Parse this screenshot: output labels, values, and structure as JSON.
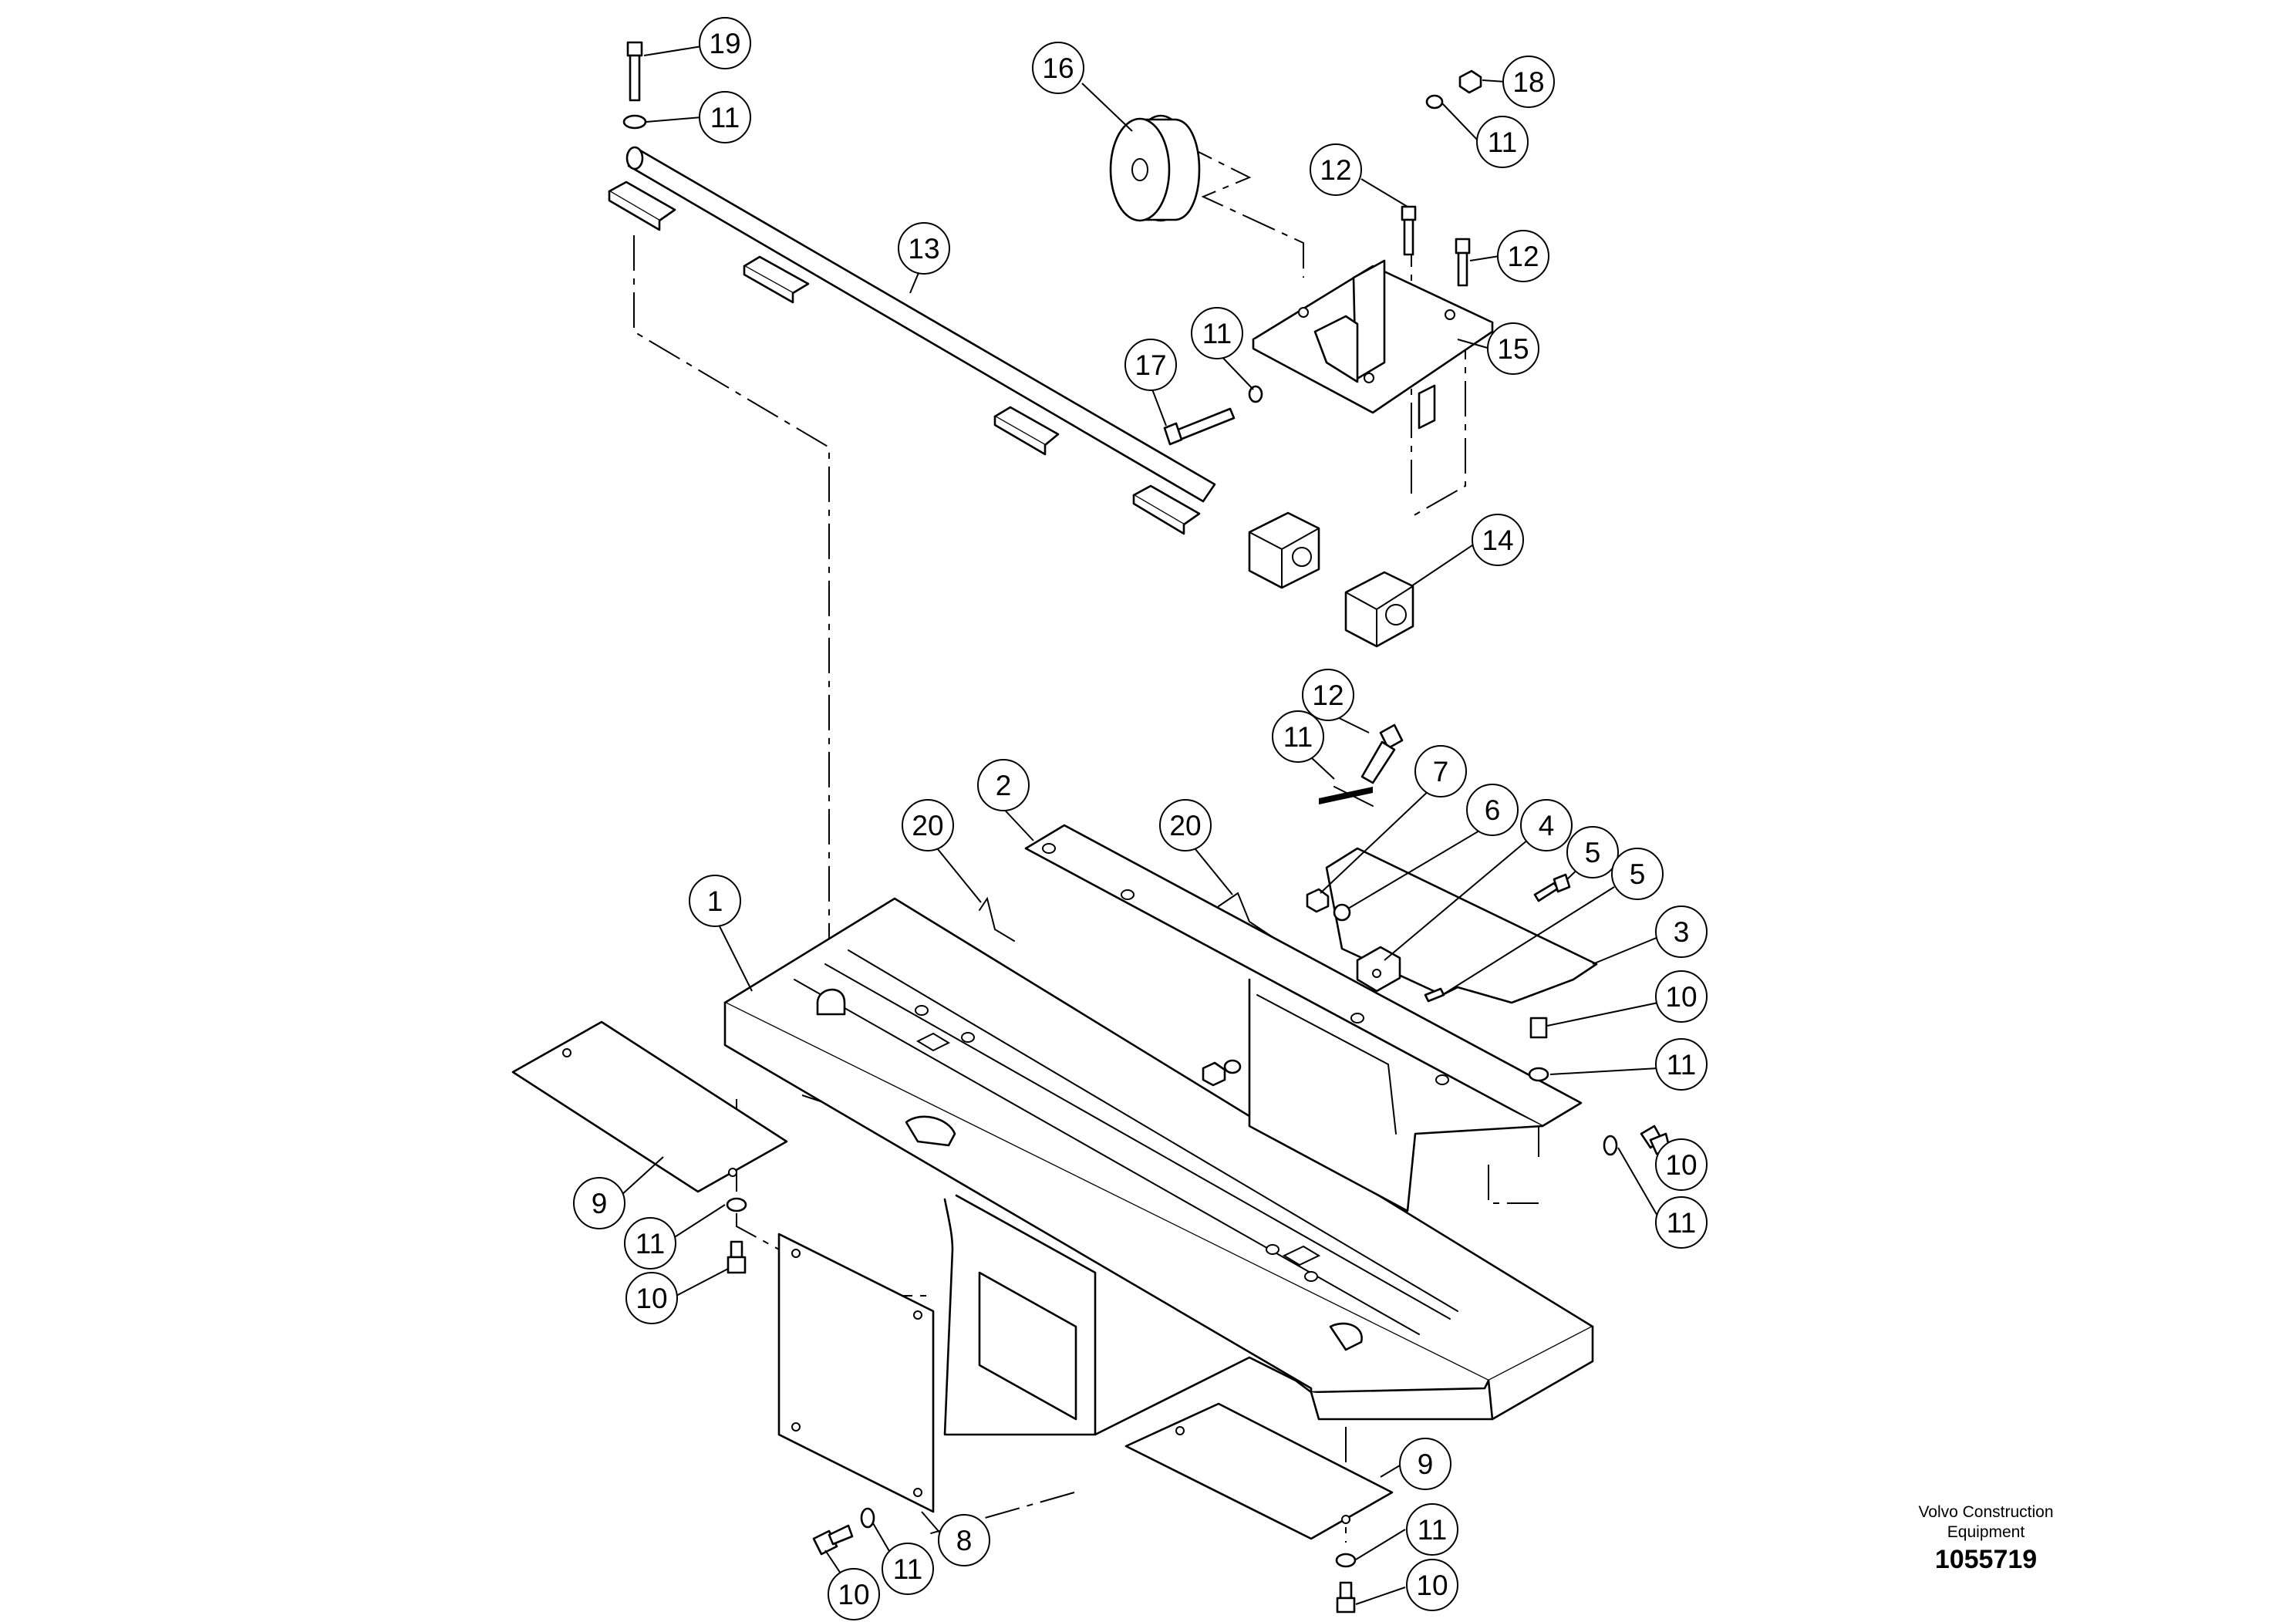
{
  "diagram": {
    "callouts": [
      {
        "label": "19"
      },
      {
        "label": "11"
      },
      {
        "label": "16"
      },
      {
        "label": "18"
      },
      {
        "label": "11"
      },
      {
        "label": "12"
      },
      {
        "label": "12"
      },
      {
        "label": "13"
      },
      {
        "label": "11"
      },
      {
        "label": "17"
      },
      {
        "label": "15"
      },
      {
        "label": "14"
      },
      {
        "label": "12"
      },
      {
        "label": "11"
      },
      {
        "label": "7"
      },
      {
        "label": "6"
      },
      {
        "label": "4"
      },
      {
        "label": "5"
      },
      {
        "label": "5"
      },
      {
        "label": "2"
      },
      {
        "label": "20"
      },
      {
        "label": "20"
      },
      {
        "label": "1"
      },
      {
        "label": "3"
      },
      {
        "label": "10"
      },
      {
        "label": "11"
      },
      {
        "label": "10"
      },
      {
        "label": "11"
      },
      {
        "label": "9"
      },
      {
        "label": "11"
      },
      {
        "label": "10"
      },
      {
        "label": "9"
      },
      {
        "label": "11"
      },
      {
        "label": "10"
      },
      {
        "label": "8"
      },
      {
        "label": "11"
      },
      {
        "label": "10"
      }
    ]
  },
  "footer": {
    "brand_line1": "Volvo Construction",
    "brand_line2": "Equipment",
    "drawing_number": "1055719"
  }
}
